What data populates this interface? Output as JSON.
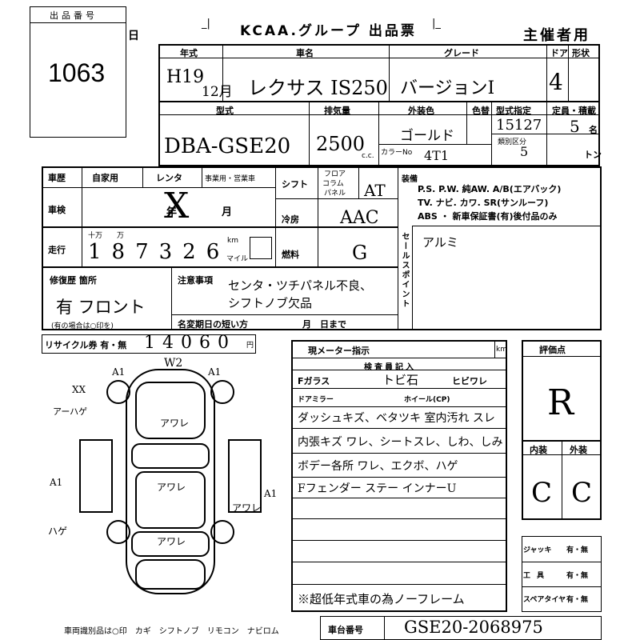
{
  "header": {
    "lot_label": "出品番号",
    "lot_number": "1063",
    "day_label": "日",
    "title": "KCAA.グループ 出品票",
    "sponsor_label": "主催者用"
  },
  "labels": {
    "year": "年式",
    "car_name": "車名",
    "grade": "グレード",
    "doors": "ドア",
    "shape": "形状",
    "model": "型式",
    "displacement": "排気量",
    "ext_color": "外装色",
    "color_no": "色替",
    "model_spec": "型式指定",
    "category": "類別区分",
    "capacity": "定員・積載",
    "color_no2": "カラーNo",
    "history": "車歴",
    "own_use": "自家用",
    "rental": "レンタ",
    "business": "事業用・営業車",
    "inspection": "車検",
    "year_unit": "年",
    "month_unit": "月",
    "shift": "シフト",
    "floor": "フロア",
    "column": "コラム",
    "panel": "パネル",
    "ac": "冷房",
    "fuel": "燃料",
    "mileage": "走行",
    "thousand": "十万",
    "ten_thousand": "万",
    "km": "km",
    "mile": "マイル",
    "equipment": "装備",
    "sales_point": "セールスポイント",
    "repair": "修復歴 箇所",
    "repair_note": "(有の場合は○印を)",
    "notes": "注意事項",
    "name_change": "名変期日の短い方",
    "month_day": "月　日まで",
    "recycle": "リサイクル券 有・無",
    "meter": "現メーター指示",
    "meter_unit": "km",
    "inspector": "検査員記入",
    "f_glass": "Fガラス",
    "crack": "ヒビワレ",
    "door_mirror": "ドアミラー",
    "wheel": "ホイール(CP)",
    "eval": "評価点",
    "interior": "内装",
    "exterior": "外装",
    "jack": "ジャッキ",
    "tools": "工具",
    "spare": "スペアタイヤ",
    "ari_nashi": "有・無",
    "chassis": "車台番号",
    "footer": "車両識別品は○印　カギ　シフトノブ　リモコン　ナビロム"
  },
  "equipment_options": {
    "line1": "P.S. P.W. 純AW. A/B(エアバック)",
    "line2": "TV. ナビ. カワ. SR(サンルーフ)",
    "line3": "ABS ・ 新車保証書(有)後付品のみ"
  },
  "values": {
    "year": "H19",
    "month": "12月",
    "car_name": "レクサス IS250",
    "grade": "バージョンI",
    "doors": "4",
    "model": "DBA-GSE20",
    "displacement": "2500",
    "cc": "c.c.",
    "ext_color": "ゴールド",
    "color_code": "4T1",
    "model_spec": "15127",
    "category": "5",
    "capacity": "5",
    "capacity_unit": "名",
    "ton": "トン",
    "shift": "AT",
    "ac": "AAC",
    "fuel": "G",
    "mileage": "187326",
    "equipment_extra": "アルミ",
    "repair": "有 フロント",
    "notes_line1": "センタ・ツチパネル不良、",
    "notes_line2": "シフトノブ欠品",
    "recycle_amount": "14060",
    "recycle_unit": "円",
    "f_glass": "トビ石",
    "inspector_line1": "ダッシュキズ、ベタツキ 室内汚れ スレ",
    "inspector_line2": "内張キズ ワレ、シートスレ、しわ、しみ",
    "inspector_line3": "ボデー各所 ワレ、エクボ、ハゲ",
    "inspector_line4": "Fフェンダー ステー インナーU",
    "bottom_note": "※超低年式車の為ノーフレーム",
    "eval_score": "R",
    "interior": "C",
    "exterior": "C",
    "chassis": "GSE20-2068975",
    "diagram_marks": [
      "W2",
      "A1",
      "A1",
      "XX",
      "アーハゲ",
      "アワレ",
      "アワレ",
      "アワレ",
      "アワレ",
      "A1",
      "A1",
      "ハゲ"
    ]
  }
}
